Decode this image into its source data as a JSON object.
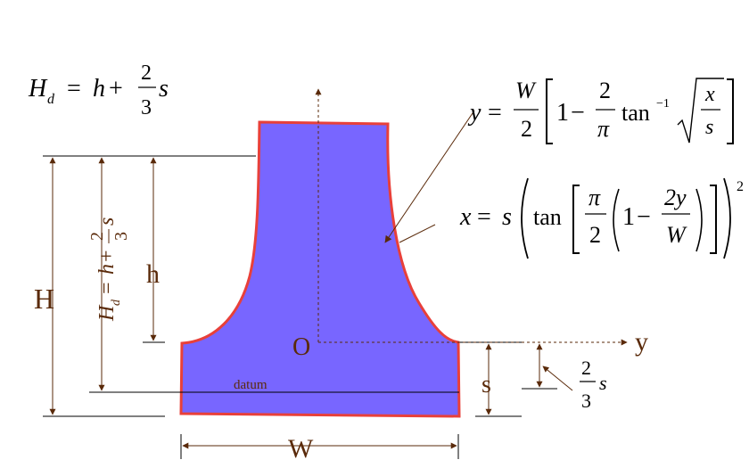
{
  "colors": {
    "fill": "#7866ff",
    "outline": "#e8403a",
    "ink": "#5a2a0a",
    "black": "#000000"
  },
  "formula_top_left": {
    "lhs_main": "H",
    "lhs_sub": "d",
    "eq": "=",
    "h": "h",
    "plus": "+",
    "num": "2",
    "den": "3",
    "s": "s"
  },
  "formula_y": {
    "y": "y",
    "eq": "=",
    "W": "W",
    "two": "2",
    "one": "1",
    "minus": "−",
    "num2": "2",
    "pi": "π",
    "tan": "tan",
    "inv": "−1",
    "x": "x",
    "s": "s"
  },
  "formula_x": {
    "x": "x",
    "eq": "=",
    "s": "s",
    "tan": "tan",
    "pi": "π",
    "two_a": "2",
    "one": "1",
    "minus": "−",
    "two_y": "2y",
    "W": "W",
    "exp": "2"
  },
  "formula_vertical": {
    "H": "H",
    "d": "d",
    "eq": "=",
    "h": "h",
    "plus": "+",
    "num": "2",
    "den": "3",
    "s": "s"
  },
  "labels": {
    "H": "H",
    "h": "h",
    "O": "O",
    "y": "y",
    "s": "s",
    "W": "W",
    "datum": "datum",
    "two": "2",
    "three": "3",
    "s_frac": "s"
  }
}
